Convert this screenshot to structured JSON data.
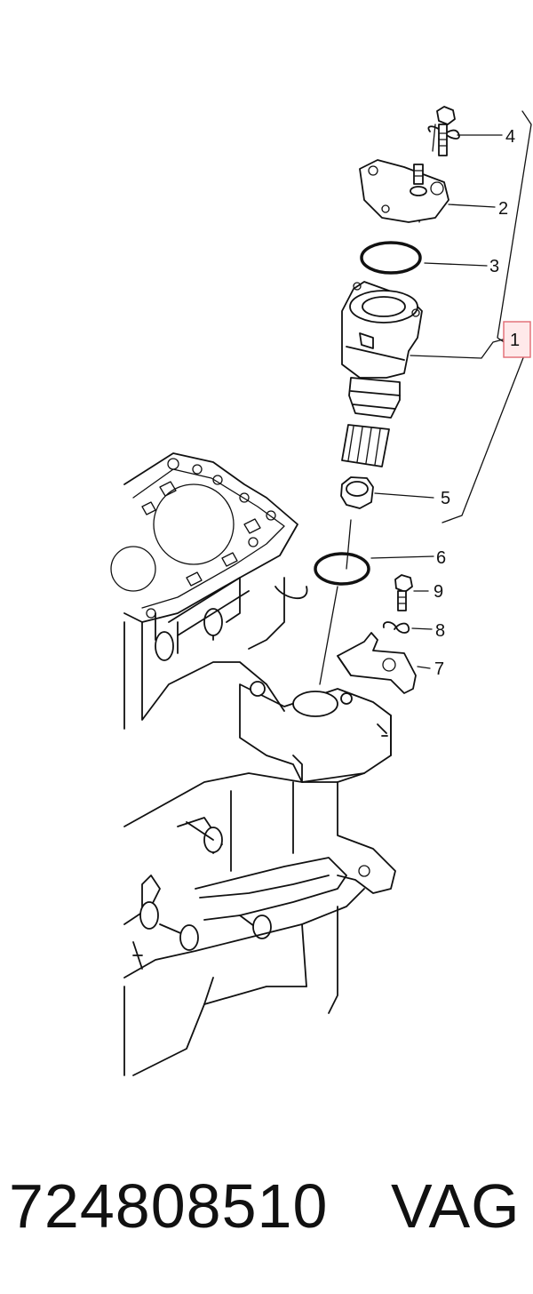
{
  "diagram": {
    "callouts": [
      {
        "id": "1",
        "label": "1",
        "highlighted": true
      },
      {
        "id": "2",
        "label": "2"
      },
      {
        "id": "3",
        "label": "3"
      },
      {
        "id": "4",
        "label": "4"
      },
      {
        "id": "5",
        "label": "5"
      },
      {
        "id": "6",
        "label": "6"
      },
      {
        "id": "7",
        "label": "7"
      },
      {
        "id": "8",
        "label": "8"
      },
      {
        "id": "9",
        "label": "9"
      }
    ],
    "highlight_color": "#e06a72"
  },
  "caption": {
    "part_number": "724808510",
    "brand": "VAG"
  }
}
